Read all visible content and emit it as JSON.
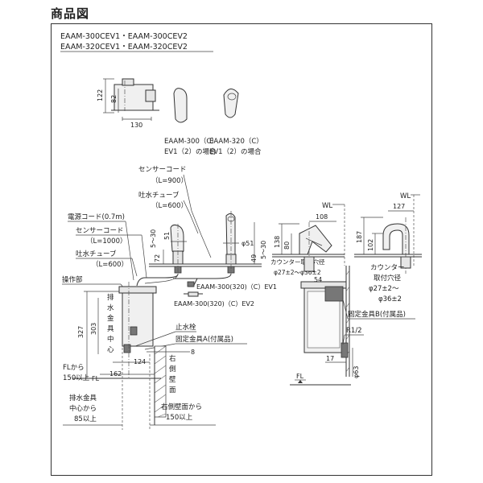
{
  "heading": "商品図",
  "models": {
    "line1": "EAAM-300CEV1・EAAM-300CEV2",
    "line2": "EAAM-320CEV1・EAAM-320CEV2"
  },
  "top_view": {
    "dim_122": "122",
    "dim_82": "82",
    "dim_130": "130"
  },
  "spout_types": {
    "a_line1": "EAAM-300（C）",
    "a_line2": "EV1（2）の場合",
    "b_line1": "EAAM-320（C）",
    "b_line2": "EV1（2）の場合"
  },
  "labels": {
    "sensor_cord_top": "センサーコード",
    "sensor_cord_top_len": "（L=900）",
    "water_tube_top": "吐水チューブ",
    "water_tube_top_len": "（L=600）",
    "power_cord": "電源コード(0.7m)",
    "sensor_cord_left": "センサーコード",
    "sensor_cord_left_len": "（L=1000）",
    "water_tube_left": "吐水チューブ",
    "water_tube_left_len": "（L=600）",
    "control_unit": "操作部",
    "model_ev1": "EAAM-300(320)（C）EV1",
    "model_ev2": "EAAM-300(320)（C）EV2",
    "stop_valve": "止水栓",
    "fixing_a": "固定金具A(付属品)",
    "fixing_b": "固定金具B(付属品)",
    "drain_center_vertical": [
      "排",
      "水",
      "金",
      "具",
      "中",
      "心"
    ],
    "right_wall_vertical": [
      "右",
      "側",
      "壁",
      "面"
    ],
    "counter_hole_side": "カウンター取付穴径",
    "counter_hole_side_dim": "φ27±2～φ36±2",
    "counter_hole_right_1": "カウンター",
    "counter_hole_right_2": "取付穴径",
    "counter_hole_right_3": "φ27±2～",
    "counter_hole_right_4": "φ36±2",
    "fl_from": "FLから",
    "fl_above": "150以上",
    "drain_center_1": "排水金具",
    "drain_center_2": "中心から",
    "drain_center_3": "85以上",
    "right_wall_from": "右側壁面から",
    "right_wall_above": "150以上",
    "fl": "FL",
    "wl": "WL",
    "r_half": "R1/2"
  },
  "dims": {
    "d5_30a": "5～30",
    "d51a": "51",
    "d72": "72",
    "d51b": "φ51",
    "d5_30b": "5～30",
    "d49": "49",
    "d327": "327",
    "d303": "303",
    "d124": "124",
    "d162": "162",
    "d8": "8",
    "d108": "108",
    "d138": "138",
    "d80": "80",
    "d54": "54",
    "d17": "17",
    "d63": "φ63",
    "d127": "127",
    "d187": "187",
    "d102": "102"
  }
}
